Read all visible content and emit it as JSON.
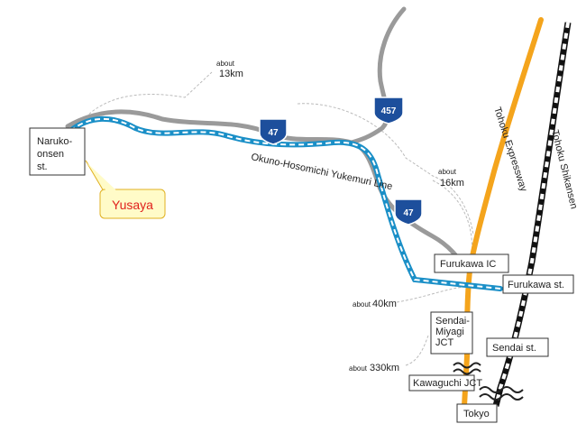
{
  "stations": {
    "naruko_line1": "Naruko-",
    "naruko_line2": "onsen",
    "naruko_line3": "st.",
    "furukawa": "Furukawa st.",
    "sendai": "Sendai st.",
    "tokyo": "Tokyo"
  },
  "interchanges": {
    "furukawa_ic": "Furukawa IC",
    "sendai_miyagi_line1": "Sendai-",
    "sendai_miyagi_line2": "Miyagi",
    "sendai_miyagi_line3": "JCT",
    "kawaguchi": "Kawaguchi JCT"
  },
  "routes": {
    "route_47_a": "47",
    "route_47_b": "47",
    "route_457": "457"
  },
  "lines": {
    "yukemuri": "Okuno-Hosomichi  Yukemuri Line",
    "expressway": "Tohoku Expressway",
    "shinkansen": "Tohoku Shikansen"
  },
  "distances": {
    "d13_about": "about",
    "d13_value": "13km",
    "d16_about": "about",
    "d16_value": "16km",
    "d40_about": "about",
    "d40_value": "40km",
    "d330_about": "about",
    "d330_value": "330km"
  },
  "destination": {
    "name": "Yusaya"
  },
  "colors": {
    "rail_blue": "#1a8fc7",
    "road_gray": "#9a9a9a",
    "expressway_orange": "#f4a41c",
    "shield_blue": "#1d4f9c",
    "callout_fill": "#fffbc8",
    "callout_text": "#e0201c"
  }
}
